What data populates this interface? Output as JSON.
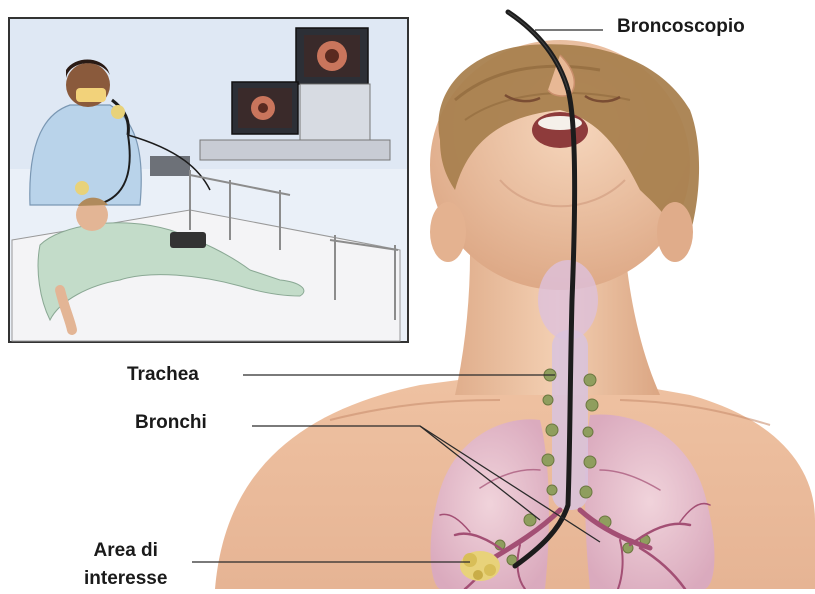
{
  "labels": {
    "bronchoscope": "Broncoscopio",
    "trachea": "Trachea",
    "bronchi": "Bronchi",
    "area_line1": "Area di",
    "area_line2": "interesse"
  },
  "colors": {
    "skin": "#f0c8a8",
    "skin_shadow": "#d9a482",
    "hair": "#a07a4e",
    "lung": "#e9c6d8",
    "bronchial_tree": "#a34f74",
    "lymph_node": "#8a9a5a",
    "scope": "#1c1c1c",
    "inset_border": "#333333",
    "inset_bg": "#e8eef7",
    "gown": "#b9d3ea",
    "mask": "#f2d27a",
    "area_of_interest": "#e8d27a",
    "leader_line": "#2a2a2a"
  },
  "icons": {
    "scene": "bronchoscopy-procedure-illustration",
    "inset": "clinic-scene-doctor-patient-monitors"
  }
}
